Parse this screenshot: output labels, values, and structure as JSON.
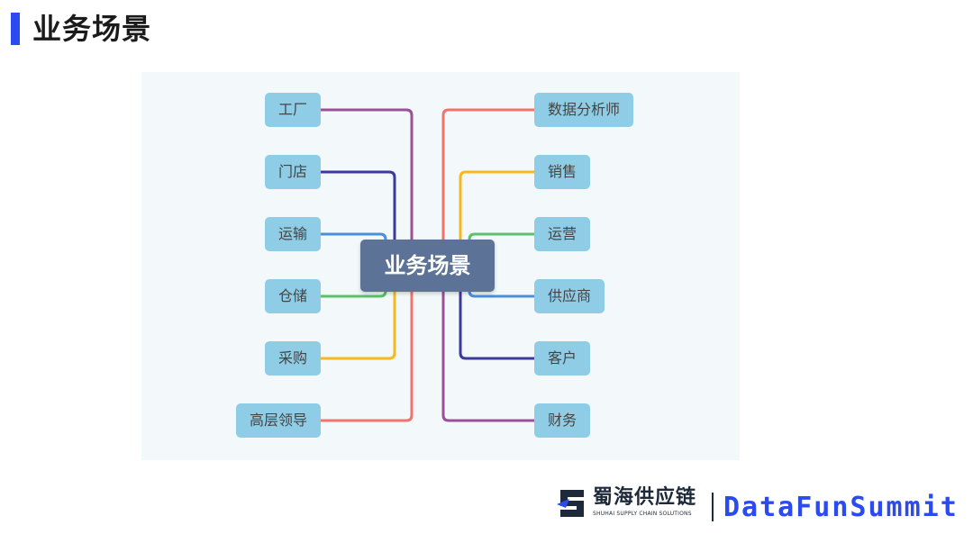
{
  "header": {
    "title": "业务场景"
  },
  "diagram": {
    "center": "业务场景",
    "left_nodes": [
      {
        "label": "工厂",
        "color": "#9b4f96"
      },
      {
        "label": "门店",
        "color": "#3b3a9c"
      },
      {
        "label": "运输",
        "color": "#4a8fd8"
      },
      {
        "label": "仓储",
        "color": "#5cbf6b"
      },
      {
        "label": "采购",
        "color": "#f6b81f"
      },
      {
        "label": "高层领导",
        "color": "#f2736a"
      }
    ],
    "right_nodes": [
      {
        "label": "数据分析师",
        "color": "#f2736a"
      },
      {
        "label": "销售",
        "color": "#f6b81f"
      },
      {
        "label": "运营",
        "color": "#5cbf6b"
      },
      {
        "label": "供应商",
        "color": "#4a8fd8"
      },
      {
        "label": "客户",
        "color": "#3b3a9c"
      },
      {
        "label": "财务",
        "color": "#9b4f96"
      }
    ]
  },
  "footer": {
    "logo_cn": "蜀海供应链",
    "logo_en": "SHUHAI SUPPLY CHAIN SOLUTIONS",
    "brand": "DataFunSummit"
  }
}
